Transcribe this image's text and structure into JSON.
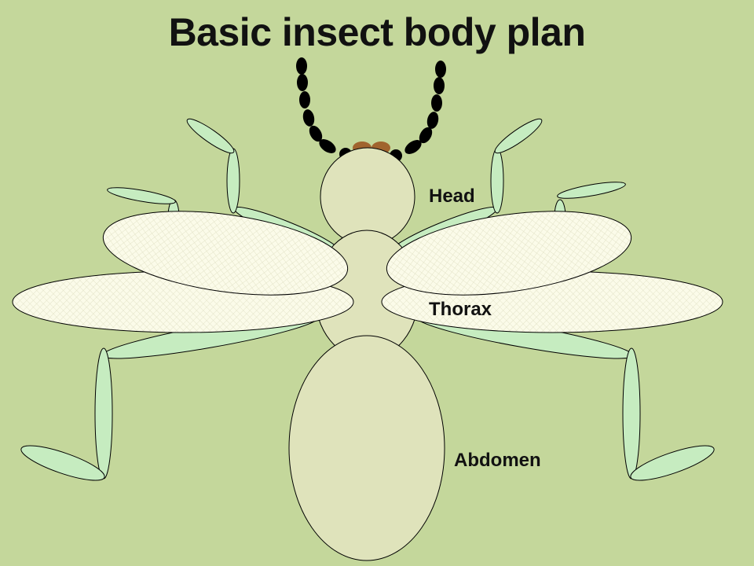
{
  "title": "Basic insect body plan",
  "labels": {
    "head": "Head",
    "thorax": "Thorax",
    "abdomen": "Abdomen"
  },
  "colors": {
    "background": "#c4d79b",
    "body": "#dfe3bb",
    "leg": "#c6ecc0",
    "wing": "#fbfbe9",
    "antenna": "#000000",
    "eye": "#a0642e",
    "outline": "#000000"
  }
}
